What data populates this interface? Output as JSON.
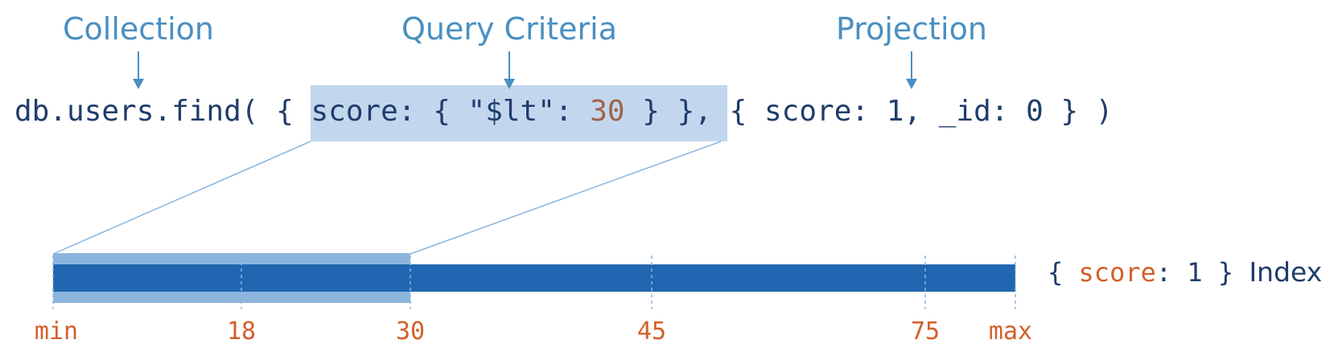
{
  "callouts": {
    "collection": "Collection",
    "query_criteria": "Query Criteria",
    "projection": "Projection"
  },
  "query": {
    "prefix": "db.users.find( { ",
    "criteria_key": "score: { \"$lt\": ",
    "criteria_value": "30",
    "criteria_close": " } },",
    "projection": " { score: 1, _id: 0 } )"
  },
  "index": {
    "open": "{ ",
    "field": "score",
    "rest": ": 1 } ",
    "word": "Index"
  },
  "scale": {
    "min_label": "min",
    "max_label": "max",
    "ticks": [
      {
        "value": 18,
        "label": "18"
      },
      {
        "value": 30,
        "label": "30"
      },
      {
        "value": 45,
        "label": "45"
      },
      {
        "value": 75,
        "label": "75"
      }
    ],
    "selected_range": [
      "min",
      "30"
    ]
  },
  "colors": {
    "callout": "#4a8fc2",
    "code": "#1f3d6b",
    "number": "#a0624a",
    "field": "#d35f2a",
    "highlight": "#c2d7ee",
    "bar": "#2166b0",
    "selection": "#8cb5dd"
  }
}
